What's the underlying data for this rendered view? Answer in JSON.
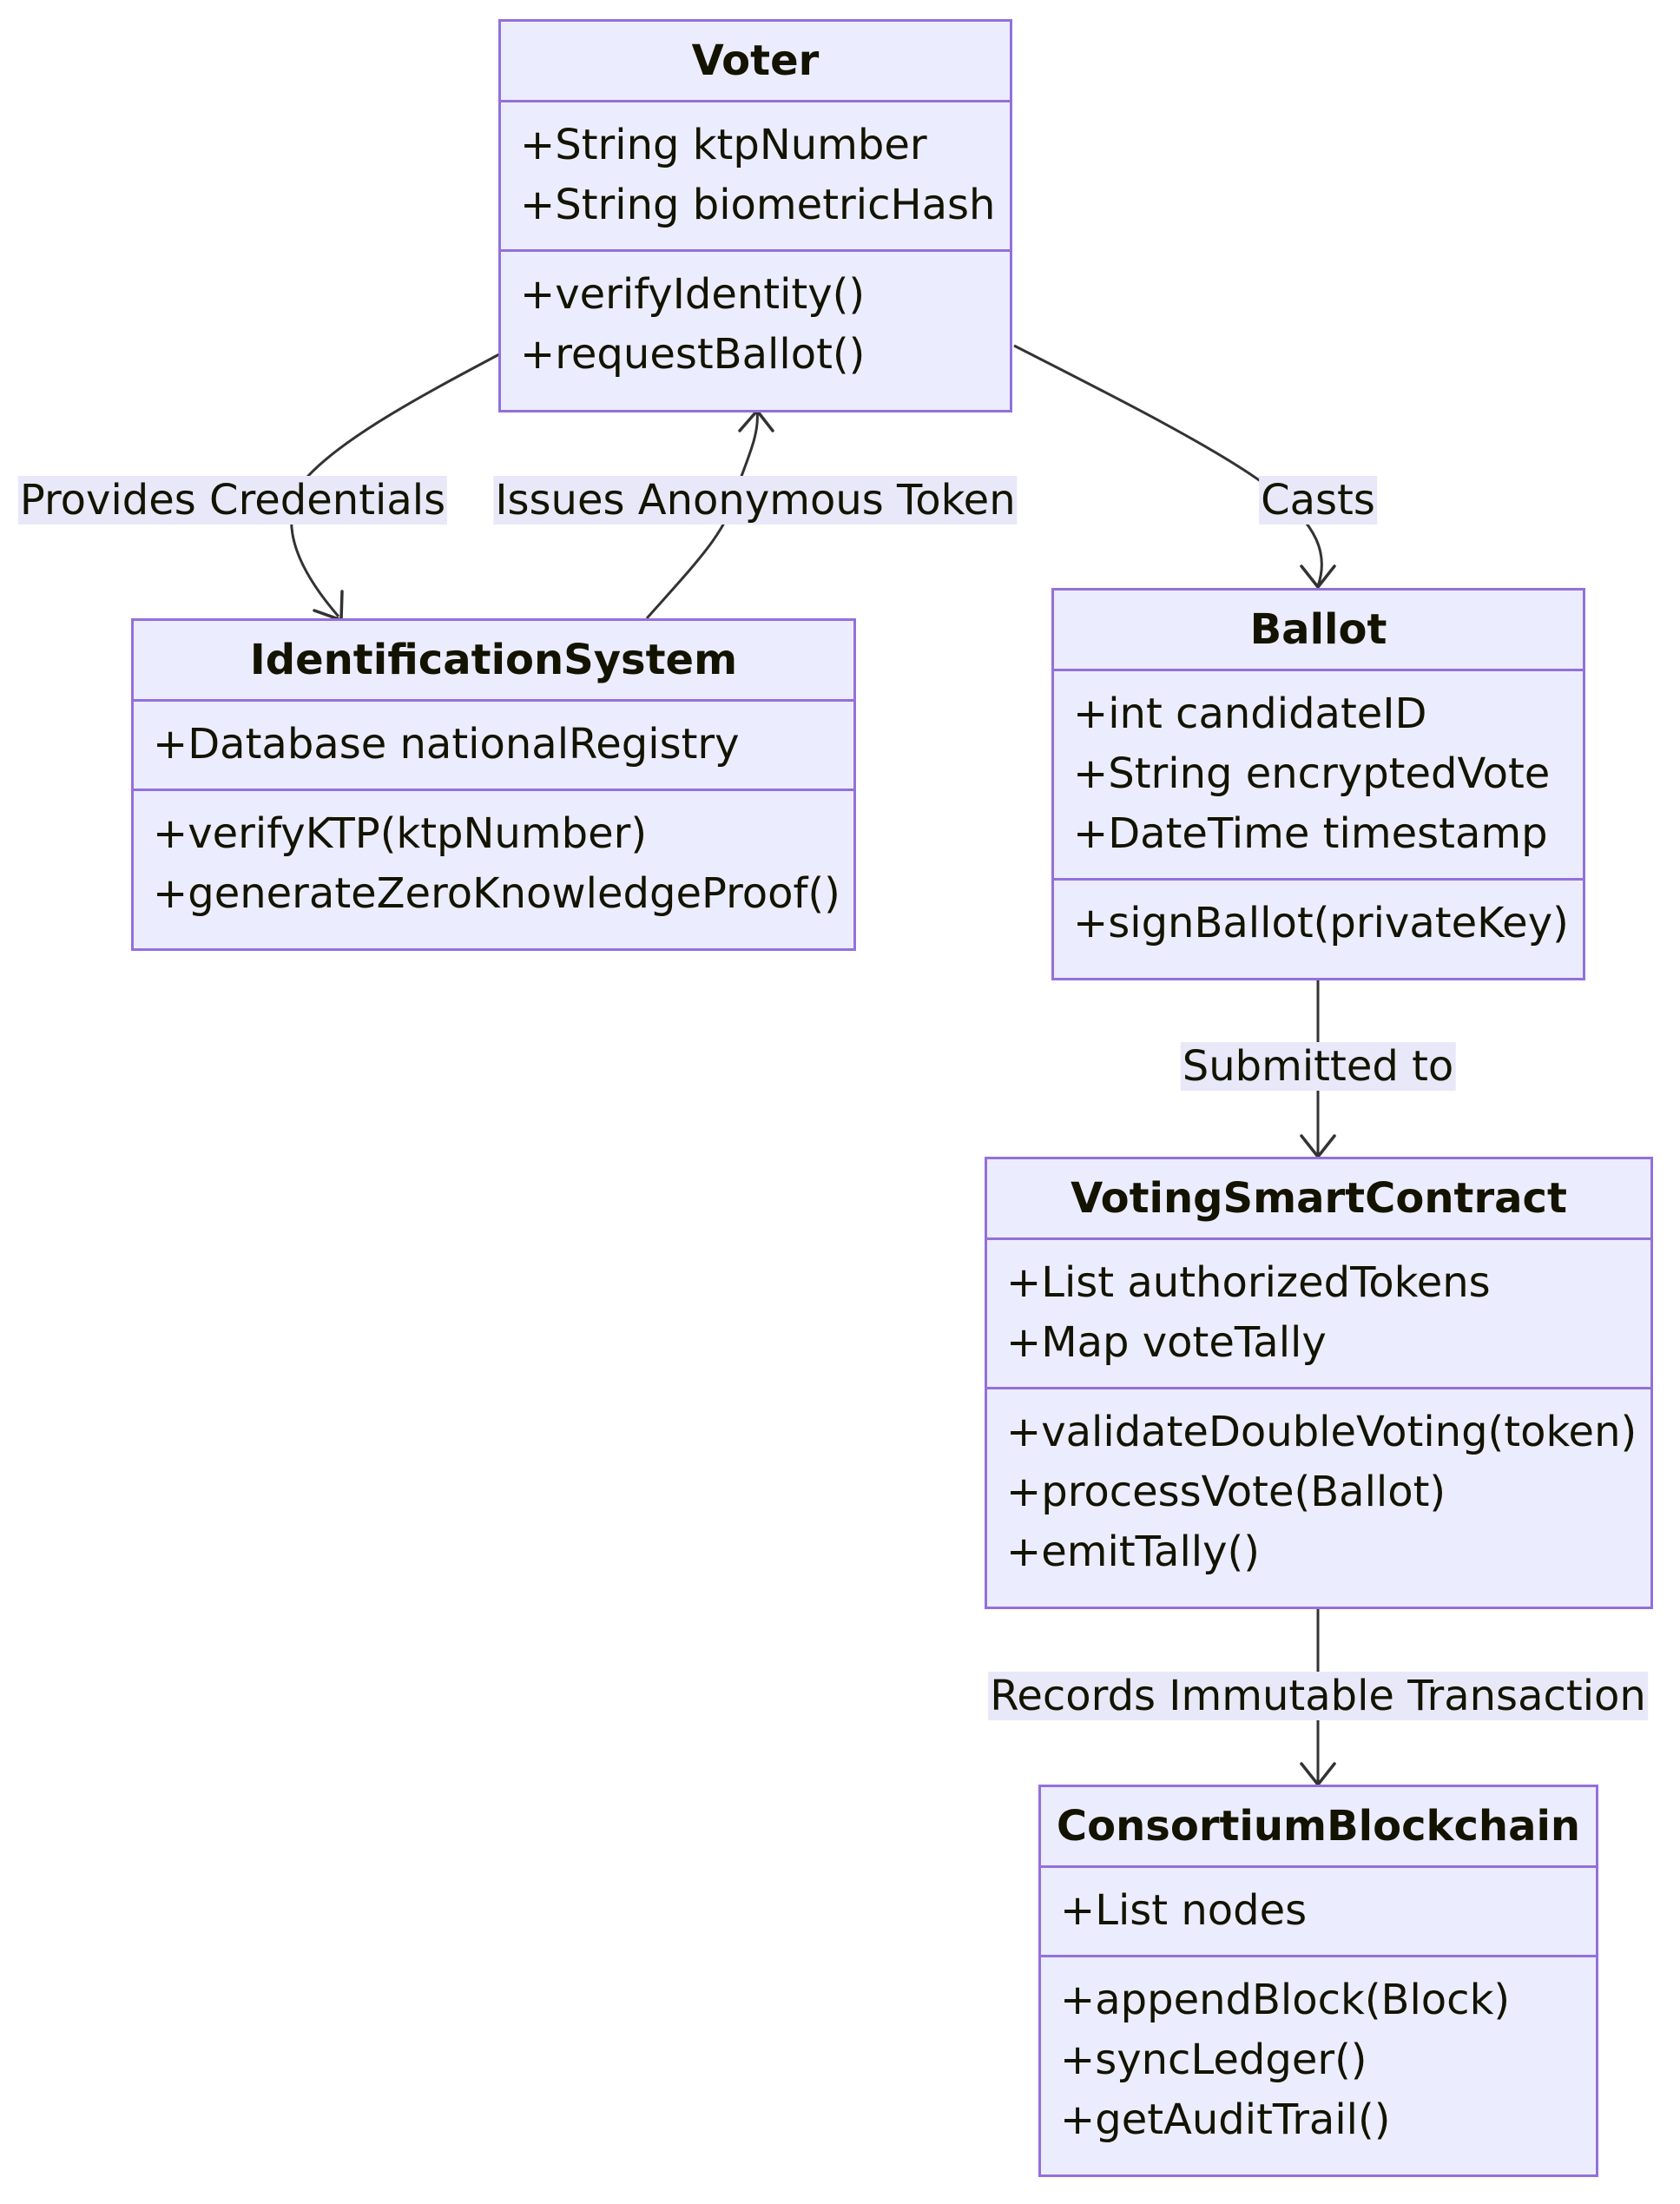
{
  "diagram": {
    "classes": {
      "voter": {
        "name": "Voter",
        "attributes": [
          "+String ktpNumber",
          "+String biometricHash"
        ],
        "methods": [
          "+verifyIdentity()",
          "+requestBallot()"
        ]
      },
      "identification": {
        "name": "IdentificationSystem",
        "attributes": [
          "+Database nationalRegistry"
        ],
        "methods": [
          "+verifyKTP(ktpNumber)",
          "+generateZeroKnowledgeProof()"
        ]
      },
      "ballot": {
        "name": "Ballot",
        "attributes": [
          "+int candidateID",
          "+String encryptedVote",
          "+DateTime timestamp"
        ],
        "methods": [
          "+signBallot(privateKey)"
        ]
      },
      "contract": {
        "name": "VotingSmartContract",
        "attributes": [
          "+List authorizedTokens",
          "+Map voteTally"
        ],
        "methods": [
          "+validateDoubleVoting(token)",
          "+processVote(Ballot)",
          "+emitTally()"
        ]
      },
      "blockchain": {
        "name": "ConsortiumBlockchain",
        "attributes": [
          "+List nodes"
        ],
        "methods": [
          "+appendBlock(Block)",
          "+syncLedger()",
          "+getAuditTrail()"
        ]
      }
    },
    "relations": {
      "provides": "Provides Credentials",
      "issues": "Issues Anonymous Token",
      "casts": "Casts",
      "submitted": "Submitted to",
      "records": "Records Immutable Transaction"
    },
    "colors": {
      "box_fill": "#ececff",
      "box_border": "#9370db",
      "edge": "#333333",
      "label_bg": "#e8e8f9",
      "text": "#131300"
    }
  }
}
